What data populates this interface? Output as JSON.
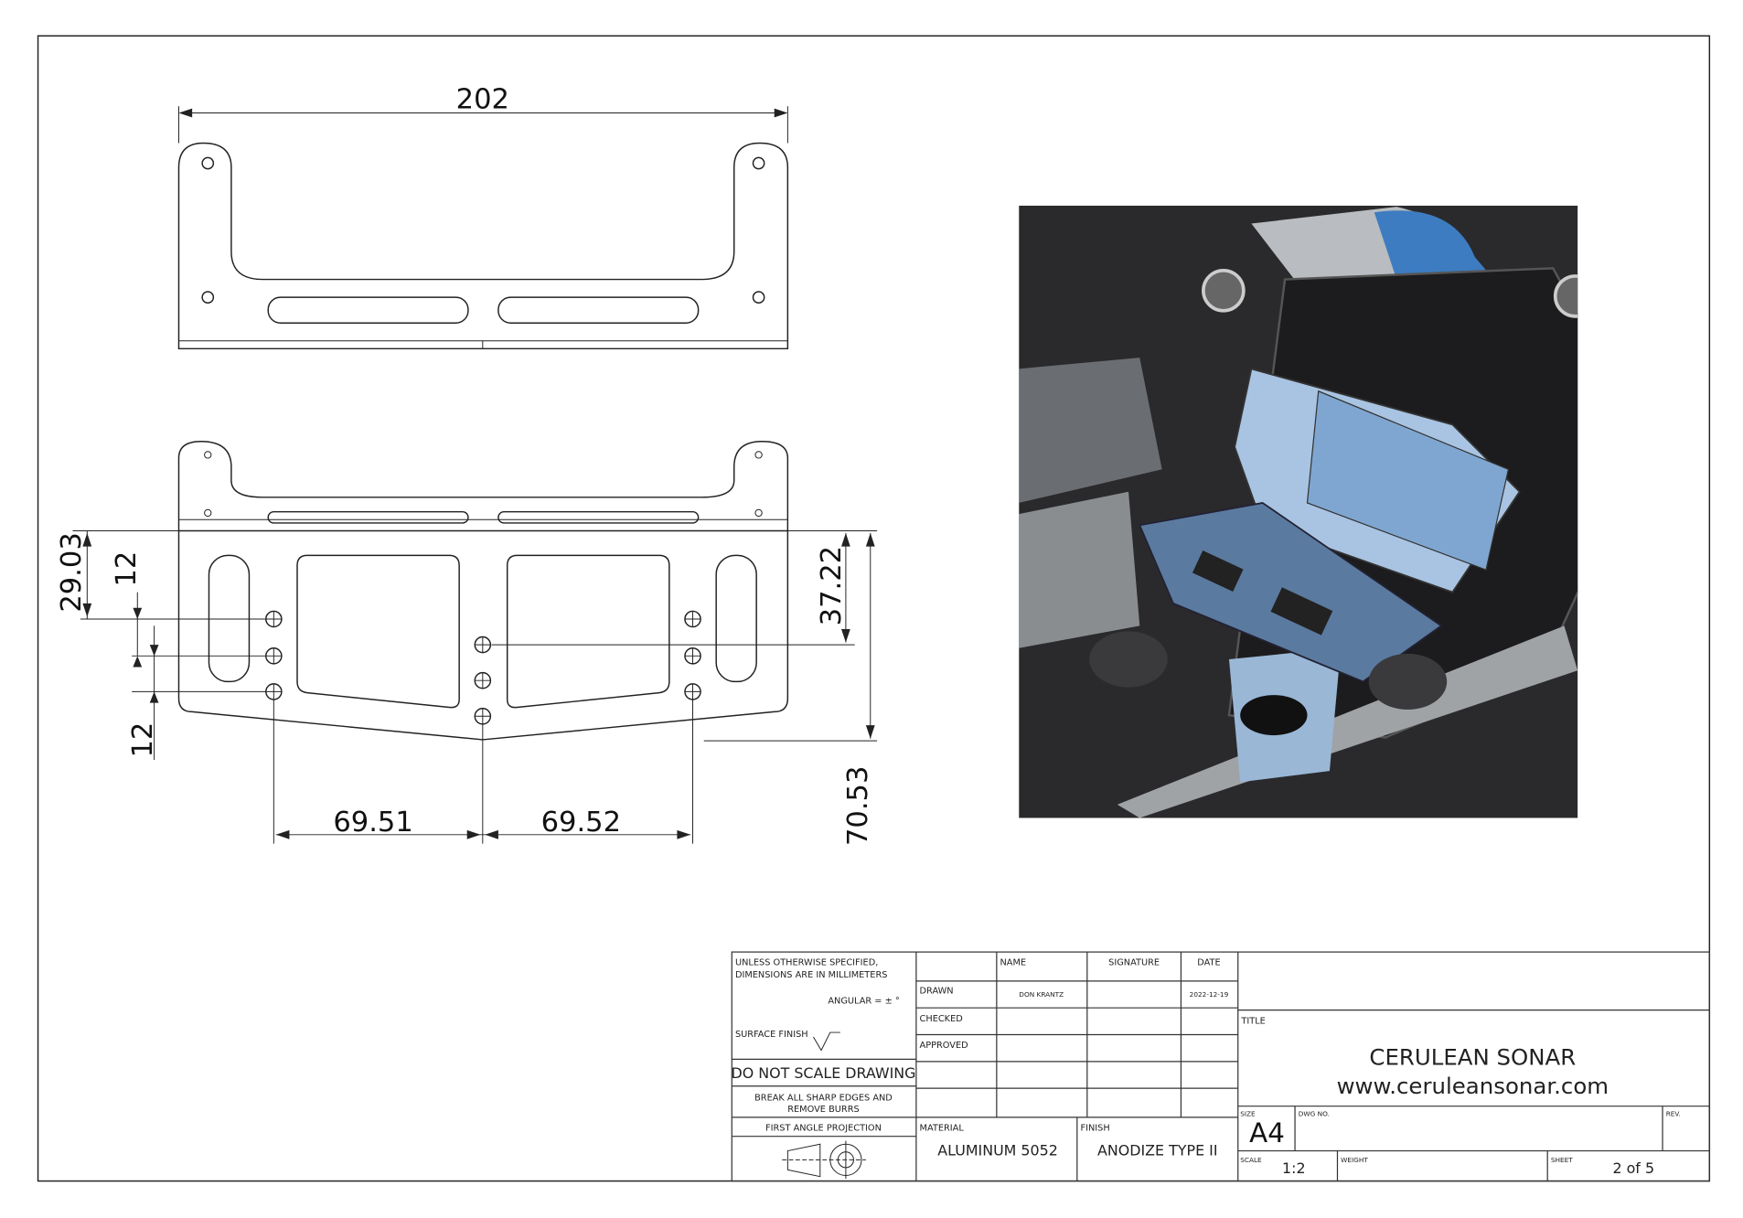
{
  "dimensions": {
    "top_width": "202",
    "left_29": "29.03",
    "left_12a": "12",
    "left_12b": "12",
    "right_37": "37.22",
    "right_70": "70.53",
    "bottom_left": "69.51",
    "bottom_right": "69.52"
  },
  "title_block": {
    "notes_line1": "UNLESS OTHERWISE SPECIFIED,",
    "notes_line2": "DIMENSIONS ARE IN MILLIMETERS",
    "angular": "ANGULAR = ± °",
    "surface_finish": "SURFACE FINISH",
    "do_not_scale": "DO NOT SCALE DRAWING",
    "break_edges_1": "BREAK ALL SHARP EDGES AND",
    "break_edges_2": "REMOVE BURRS",
    "projection": "FIRST ANGLE PROJECTION",
    "col_name": "NAME",
    "col_signature": "SIGNATURE",
    "col_date": "DATE",
    "row_drawn": "DRAWN",
    "row_checked": "CHECKED",
    "row_approved": "APPROVED",
    "drawn_name": "DON KRANTZ",
    "drawn_date": "2022-12-19",
    "material_label": "MATERIAL",
    "material": "ALUMINUM 5052",
    "finish_label": "FINISH",
    "finish": "ANODIZE TYPE II",
    "title_label": "TITLE",
    "title_1": "CERULEAN SONAR",
    "title_2": "www.ceruleansonar.com",
    "size_label": "SIZE",
    "size": "A4",
    "dwg_label": "DWG NO.",
    "rev_label": "REV.",
    "scale_label": "SCALE",
    "scale": "1:2",
    "weight_label": "WEIGHT",
    "sheet_label": "SHEET",
    "sheet": "2 of 5"
  },
  "colors": {
    "accent_blue": "#3d7cc0",
    "render_dark": "#2a2a2c"
  }
}
